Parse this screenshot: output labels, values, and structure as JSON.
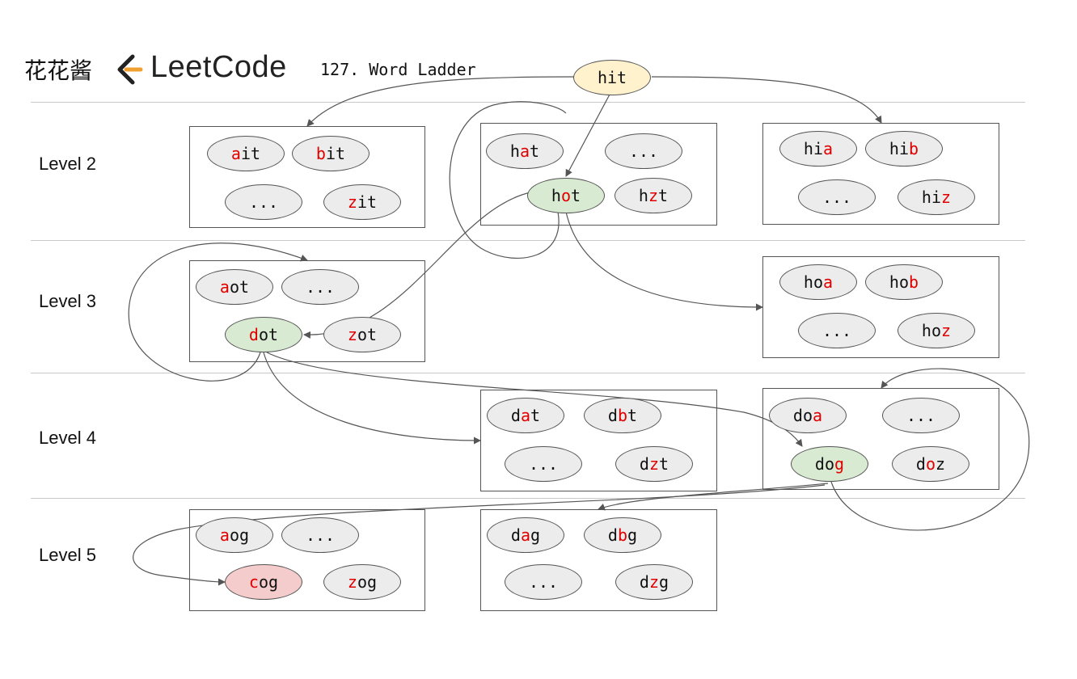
{
  "header": {
    "brand_cn": "花花酱",
    "brand_name": "LeetCode",
    "problem": "127. Word Ladder"
  },
  "levels": [
    "Level 2",
    "Level 3",
    "Level 4",
    "Level 5"
  ],
  "start": {
    "word": "hit"
  },
  "groups": [
    {
      "id": "l2-first",
      "nodes": [
        {
          "pre": "",
          "hl": "a",
          "post": "it"
        },
        {
          "pre": "",
          "hl": "b",
          "post": "it"
        },
        {
          "pre": "...",
          "hl": "",
          "post": ""
        },
        {
          "pre": "",
          "hl": "z",
          "post": "it"
        }
      ]
    },
    {
      "id": "l2-second",
      "nodes": [
        {
          "pre": "h",
          "hl": "a",
          "post": "t"
        },
        {
          "pre": "...",
          "hl": "",
          "post": ""
        },
        {
          "pre": "h",
          "hl": "o",
          "post": "t"
        },
        {
          "pre": "h",
          "hl": "z",
          "post": "t"
        }
      ]
    },
    {
      "id": "l2-third",
      "nodes": [
        {
          "pre": "hi",
          "hl": "a",
          "post": ""
        },
        {
          "pre": "hi",
          "hl": "b",
          "post": ""
        },
        {
          "pre": "...",
          "hl": "",
          "post": ""
        },
        {
          "pre": "hi",
          "hl": "z",
          "post": ""
        }
      ]
    },
    {
      "id": "l3-first",
      "nodes": [
        {
          "pre": "",
          "hl": "a",
          "post": "ot"
        },
        {
          "pre": "...",
          "hl": "",
          "post": ""
        },
        {
          "pre": "",
          "hl": "d",
          "post": "ot"
        },
        {
          "pre": "",
          "hl": "z",
          "post": "ot"
        }
      ]
    },
    {
      "id": "l3-third",
      "nodes": [
        {
          "pre": "ho",
          "hl": "a",
          "post": ""
        },
        {
          "pre": "ho",
          "hl": "b",
          "post": ""
        },
        {
          "pre": "...",
          "hl": "",
          "post": ""
        },
        {
          "pre": "ho",
          "hl": "z",
          "post": ""
        }
      ]
    },
    {
      "id": "l4-second",
      "nodes": [
        {
          "pre": "d",
          "hl": "a",
          "post": "t"
        },
        {
          "pre": "d",
          "hl": "b",
          "post": "t"
        },
        {
          "pre": "...",
          "hl": "",
          "post": ""
        },
        {
          "pre": "d",
          "hl": "z",
          "post": "t"
        }
      ]
    },
    {
      "id": "l4-third",
      "nodes": [
        {
          "pre": "do",
          "hl": "a",
          "post": ""
        },
        {
          "pre": "...",
          "hl": "",
          "post": ""
        },
        {
          "pre": "do",
          "hl": "g",
          "post": ""
        },
        {
          "pre": "d",
          "hl": "o",
          "post": "z"
        }
      ]
    },
    {
      "id": "l5-first",
      "nodes": [
        {
          "pre": "",
          "hl": "a",
          "post": "og"
        },
        {
          "pre": "...",
          "hl": "",
          "post": ""
        },
        {
          "pre": "",
          "hl": "c",
          "post": "og"
        },
        {
          "pre": "",
          "hl": "z",
          "post": "og"
        }
      ]
    },
    {
      "id": "l5-second",
      "nodes": [
        {
          "pre": "d",
          "hl": "a",
          "post": "g"
        },
        {
          "pre": "d",
          "hl": "b",
          "post": "g"
        },
        {
          "pre": "...",
          "hl": "",
          "post": ""
        },
        {
          "pre": "d",
          "hl": "z",
          "post": "g"
        }
      ]
    }
  ],
  "colors": {
    "highlight": "#e00000",
    "node_default": "#ececec",
    "node_path": "#d9ead3",
    "node_start": "#fff2cc",
    "node_end": "#f4cccc"
  }
}
